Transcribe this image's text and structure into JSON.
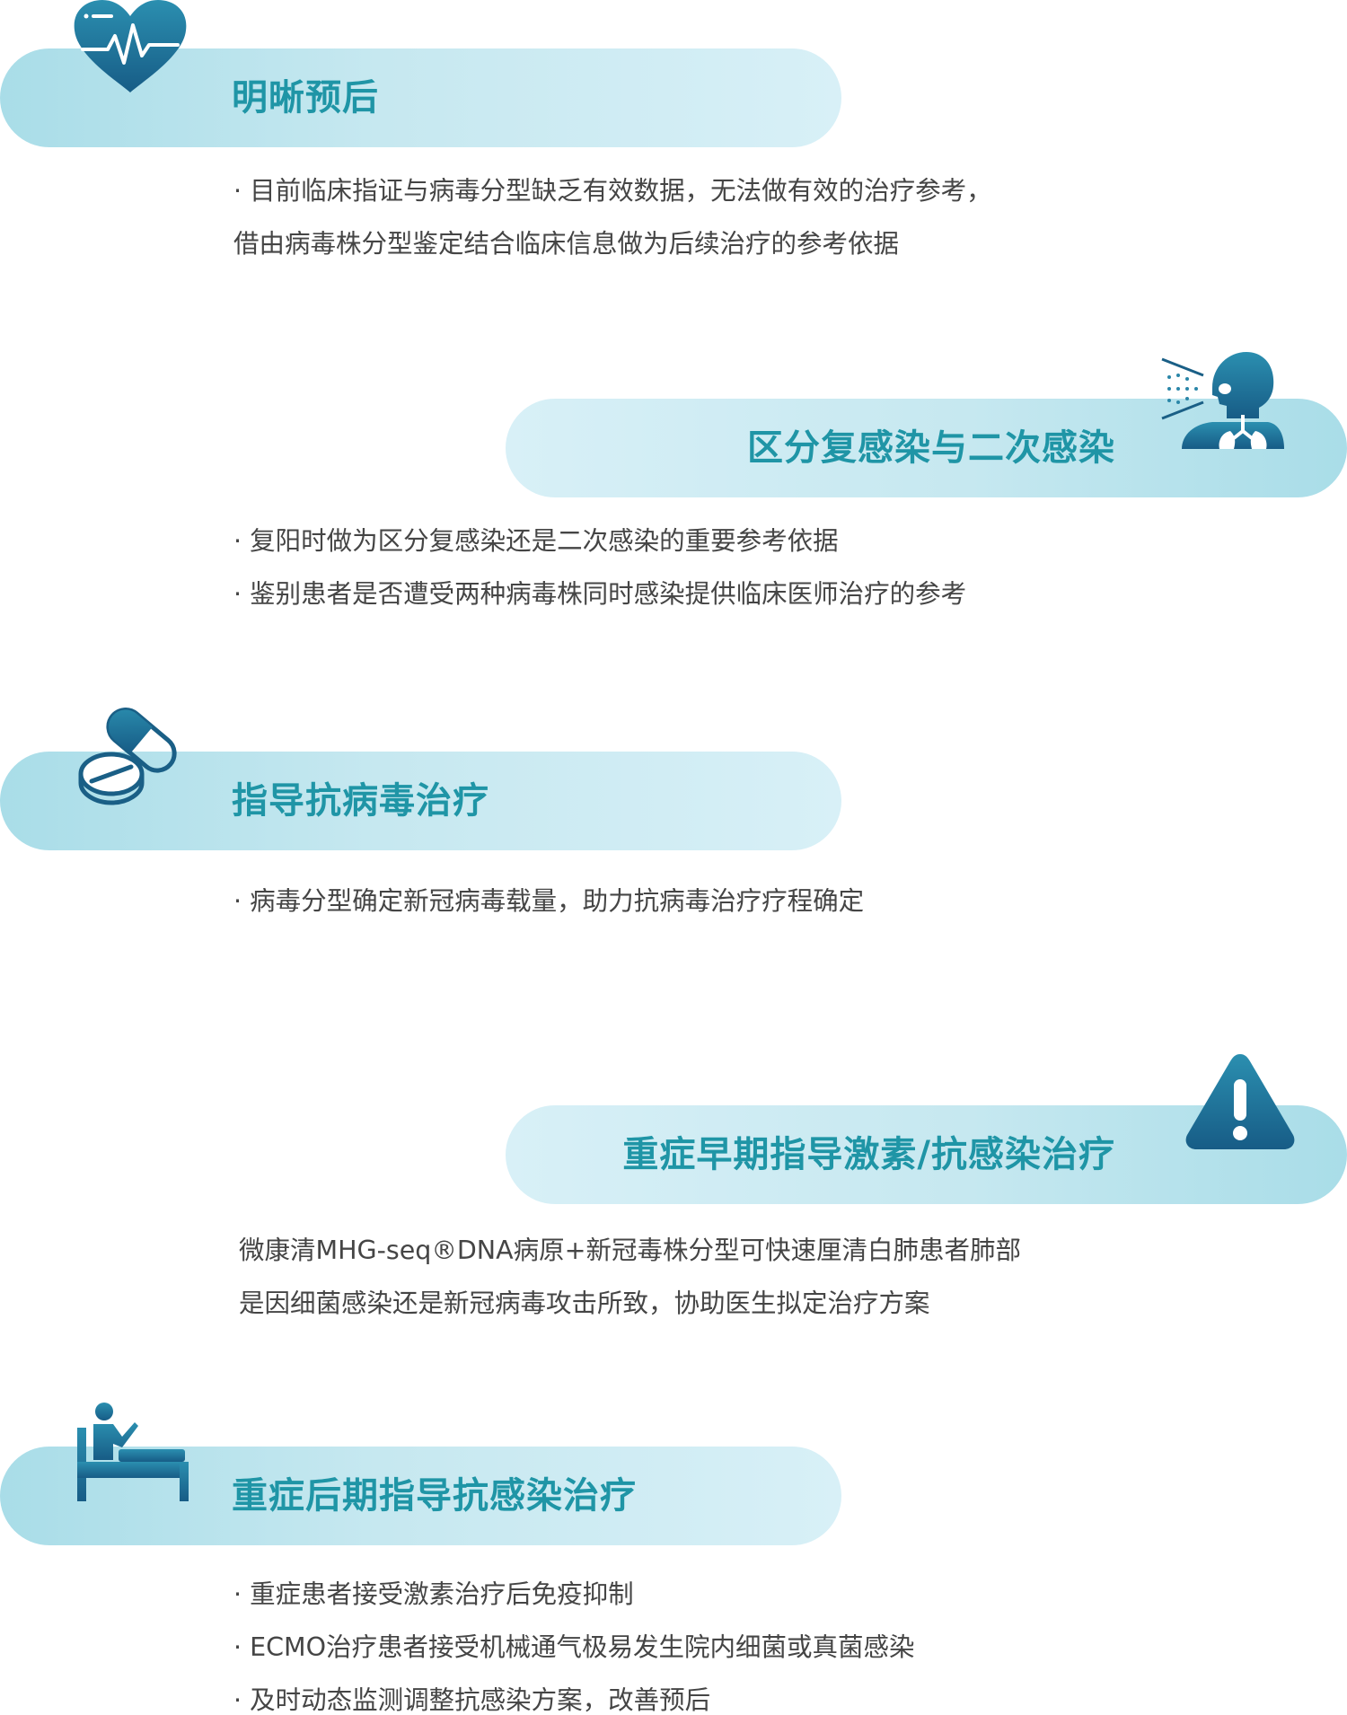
{
  "sections": [
    {
      "title": "明晰预后",
      "icon": "heart-pulse-icon",
      "lines": [
        "· 目前临床指证与病毒分型缺乏有效数据，无法做有效的治疗参考，",
        "借由病毒株分型鉴定结合临床信息做为后续治疗的参考依据"
      ]
    },
    {
      "title": "区分复感染与二次感染",
      "icon": "respiratory-lungs-icon",
      "lines": [
        "· 复阳时做为区分复感染还是二次感染的重要参考依据",
        "· 鉴别患者是否遭受两种病毒株同时感染提供临床医师治疗的参考"
      ]
    },
    {
      "title": "指导抗病毒治疗",
      "icon": "pill-capsule-icon",
      "lines": [
        "· 病毒分型确定新冠病毒载量，助力抗病毒治疗疗程确定"
      ]
    },
    {
      "title": "重症早期指导激素/抗感染治疗",
      "icon": "warning-triangle-icon",
      "lines": [
        "微康清MHG-seq®DNA病原+新冠毒株分型可快速厘清白肺患者肺部",
        "是因细菌感染还是新冠病毒攻击所致，协助医生拟定治疗方案"
      ]
    },
    {
      "title": "重症后期指导抗感染治疗",
      "icon": "patient-bed-icon",
      "lines": [
        "· 重症患者接受激素治疗后免疫抑制",
        "· ECMO治疗患者接受机械通气极易发生院内细菌或真菌感染",
        "· 及时动态监测调整抗感染方案，改善预后"
      ]
    }
  ],
  "colors": {
    "accent": "#1f95a6",
    "icon_dark": "#1a5f86",
    "icon_mid": "#2a86a8",
    "pill_light": "#d8f0f7",
    "pill_dark": "#a9dde8",
    "text": "#454545"
  }
}
